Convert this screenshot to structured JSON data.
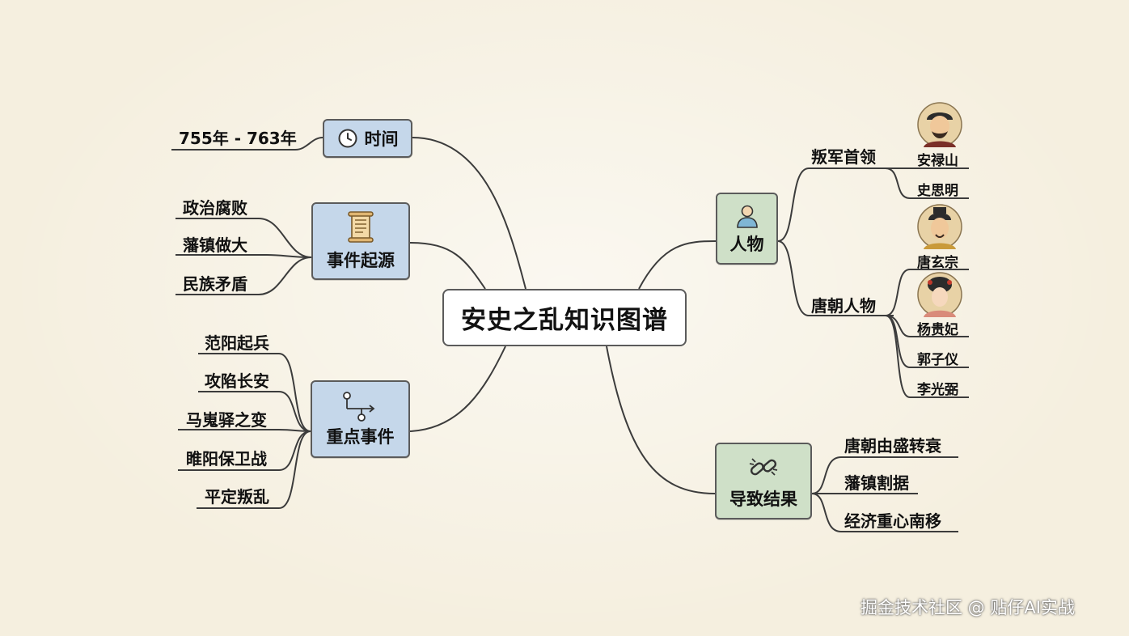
{
  "title": "安史之乱知识图谱",
  "branches": {
    "time": {
      "label": "时间",
      "icon": "clock-icon",
      "items": [
        "755年 - 763年"
      ]
    },
    "origin": {
      "label": "事件起源",
      "icon": "scroll-icon",
      "items": [
        "政治腐败",
        "藩镇做大",
        "民族矛盾"
      ]
    },
    "events": {
      "label": "重点事件",
      "icon": "flow-branch-icon",
      "items": [
        "范阳起兵",
        "攻陷长安",
        "马嵬驿之变",
        "睢阳保卫战",
        "平定叛乱"
      ]
    },
    "people": {
      "label": "人物",
      "icon": "person-icon",
      "groups": [
        {
          "label": "叛军首领",
          "members": [
            "安禄山",
            "史思明"
          ]
        },
        {
          "label": "唐朝人物",
          "members": [
            "唐玄宗",
            "杨贵妃",
            "郭子仪",
            "李光弼"
          ]
        }
      ]
    },
    "results": {
      "label": "导致结果",
      "icon": "broken-chain-icon",
      "items": [
        "唐朝由盛转衰",
        "藩镇割据",
        "经济重心南移"
      ]
    }
  },
  "colors": {
    "left_nodes": "#c5d7ea",
    "right_nodes": "#cfe0c8",
    "lines": "#3c3c3c",
    "paper": "#f5efdf"
  },
  "watermark": "掘金技术社区 @ 贴仔AI实战"
}
